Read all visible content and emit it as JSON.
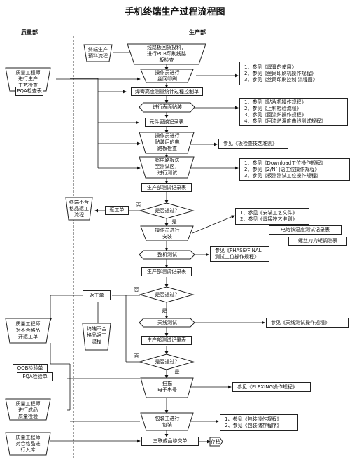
{
  "title": "手机终端生产过程流程图",
  "lanes": {
    "quality": "质量部",
    "production": "生产部"
  },
  "nodes": {
    "smt_incoming": "线路板回货投料，\n进行PCB印刷线路\n板检查",
    "print_op": "操作员进行\n丝网印刷",
    "solder_record": "焊膏高度测量统计过程控制单",
    "pre_smt": "进行表面贴装",
    "component_record": "元件更换记录表",
    "post_inspect": "操作员进行\n贴装后的电\n路板检查",
    "download": "将电路板送\n至测试区，\n进行测试",
    "prod_test_record1": "生产部测试记录表",
    "pass1": "是否通过？",
    "manual_assembly": "操作员进行\n安装",
    "full_test": "整机测试",
    "prod_test_record2": "生产部测试记录表",
    "pass2": "是否通过？",
    "rf_test": "天线测试",
    "prod_test_record3": "生产部测试记录表",
    "pass3": "是否通过？",
    "scan": "扫描\n电子串号",
    "pack": "包装工进行\n包装",
    "transfer": "三联成品移交单",
    "store": "存档"
  },
  "left_nodes": {
    "qe_process": "质量工程师\n进行生产\n工艺检查",
    "pqa": "PQA检查表",
    "qe_nonconform": "质量工程师\n对不合格品\n开返工单",
    "oob": "OOB检验单",
    "fqa": "FQA检验单",
    "qe_finished": "质量工程师\n进行成品\n质量检验",
    "qe_warehouse": "质量工程师\n对合格品进\n行入库"
  },
  "side_nodes": {
    "terminal_material": "终端生产\n预料流程",
    "nonconform_rework1": "终端不合\n格品返工\n流程",
    "rework_order1": "返工单",
    "rework_order2": "返工单",
    "nonconform_rework2": "终端不合\n格品返工\n流程"
  },
  "refs": {
    "ref1": "1、参见《焊膏的使用》\n2、参见《丝网印刷机操作规程》\n3、参见《丝网印刷控制 流程图》",
    "ref2": "1、参见《贴片机操作规程》\n2、参见《上料检验流程》\n3、参见《回流炉操作规程》\n4、参见《回流炉温度曲线测试规程》",
    "ref3": "参见《板检查技艺准则》",
    "ref4": "1、参见《Download工位操作规程》\n2、参见《2/N门语工位操作规程》\n3、参见《板测测试工位操作规程》",
    "ref5": "1、参见《安装工艺文件》\n2、参见《焊接技艺准则》",
    "ref5a": "电烙铁温度测试记录表",
    "ref5b": "螺丝刀力矩调测表",
    "ref6": "参见《PHASE/FINAL\n测试工位操作规程》",
    "ref7": "参见《天线测试操作规程》",
    "ref8": "参见《FLEXING操作规程》",
    "ref9": "1、参见《包装操作规程》\n2、参见《包装储存程序》"
  },
  "labels": {
    "no": "否",
    "yes": "是"
  }
}
